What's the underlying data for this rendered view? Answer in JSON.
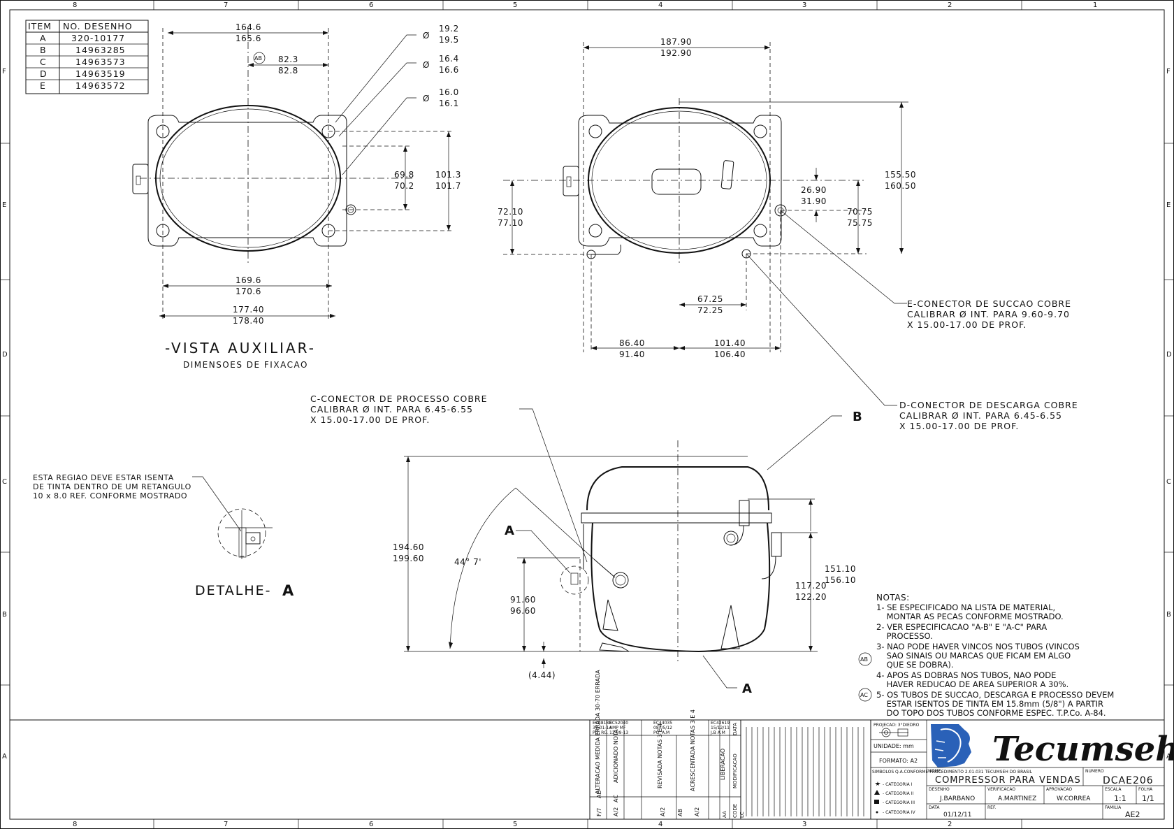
{
  "border": {
    "cols_top": [
      "8",
      "7",
      "6",
      "5",
      "4",
      "3",
      "2",
      "1"
    ],
    "cols_bottom": [
      "8",
      "7",
      "6",
      "5",
      "4",
      "3",
      "2"
    ],
    "rows": [
      "F",
      "E",
      "D",
      "C",
      "B",
      "A"
    ]
  },
  "item_table": {
    "headers": [
      "ITEM",
      "NO. DESENHO"
    ],
    "rows": [
      [
        "A",
        "320-10177"
      ],
      [
        "B",
        "14963285"
      ],
      [
        "C",
        "14963573"
      ],
      [
        "D",
        "14963519"
      ],
      [
        "E",
        "14963572"
      ]
    ]
  },
  "aux_view": {
    "dim_top": [
      "164.6",
      "165.6"
    ],
    "ab_symbol": "AB",
    "dim_offset": [
      "82.3",
      "82.8"
    ],
    "dia_symbol": "Ø",
    "hole1": [
      "19.2",
      "19.5"
    ],
    "hole2": [
      "16.4",
      "16.6"
    ],
    "hole3": [
      "16.0",
      "16.1"
    ],
    "dim_mid_v": [
      "69.8",
      "70.2"
    ],
    "dim_right_v": [
      "101.3",
      "101.7"
    ],
    "dim_bot1": [
      "169.6",
      "170.6"
    ],
    "dim_bot2": [
      "177.40",
      "178.40"
    ],
    "title": "-VISTA AUXILIAR-",
    "subtitle": "DIMENSOES DE FIXACAO"
  },
  "top_view": {
    "dim_top": [
      "187.90",
      "192.90"
    ],
    "dim_right": [
      "155.50",
      "160.50"
    ],
    "dim_small": [
      "26.90",
      "31.90"
    ],
    "dim_r2": [
      "70.75",
      "75.75"
    ],
    "dim_left": [
      "72.10",
      "77.10"
    ],
    "dim_b1": [
      "67.25",
      "72.25"
    ],
    "dim_b2": [
      "86.40",
      "91.40"
    ],
    "dim_b3": [
      "101.40",
      "106.40"
    ]
  },
  "connectors": {
    "e": [
      "E-CONECTOR DE SUCCAO COBRE",
      "CALIBRAR Ø  INT. PARA 9.60-9.70",
      "X 15.00-17.00 DE PROF."
    ],
    "d": [
      "D-CONECTOR DE DESCARGA COBRE",
      "CALIBRAR Ø  INT. PARA 6.45-6.55",
      "X 15.00-17.00 DE PROF."
    ],
    "c": [
      "C-CONECTOR DE PROCESSO COBRE",
      "CALIBRAR Ø  INT. PARA 6.45-6.55",
      "X 15.00-17.00 DE PROF."
    ]
  },
  "detail": {
    "note": [
      "ESTA REGIAO DEVE ESTAR ISENTA",
      "DE TINTA DENTRO DE UM RETANGULO",
      "10 x 8.0 REF. CONFORME MOSTRADO"
    ],
    "title": "DETALHE-",
    "letter": "A"
  },
  "front_view": {
    "label_a": "A",
    "label_b": "B",
    "label_a2": "A",
    "angle": "44° 7'",
    "dim_height": [
      "194.60",
      "199.60"
    ],
    "dim_mid": [
      "91.60",
      "96.60"
    ],
    "dim_ref": "(4.44)",
    "dim_r1": [
      "117.20",
      "122.20"
    ],
    "dim_r2": [
      "151.10",
      "156.10"
    ]
  },
  "notes": {
    "title": "NOTAS:",
    "lines": [
      "1- SE ESPECIFICADO NA LISTA DE MATERIAL,",
      "    MONTAR AS PECAS CONFORME MOSTRADO.",
      "2- VER ESPECIFICACAO \"A-B\" E \"A-C\" PARA",
      "    PROCESSO.",
      "3- NAO PODE HAVER VINCOS NOS TUBOS (VINCOS",
      "    SAO SINAIS OU MARCAS QUE FICAM EM ALGO",
      "    QUE SE DOBRA).",
      "4- APOS AS DOBRAS NOS TUBOS, NAO PODE",
      "    HAVER REDUCAO DE AREA SUPERIOR A 30%.",
      "5- OS TUBOS DE SUCCAO, DESCARGA E PROCESSO DEVEM",
      "    ESTAR ISENTOS DE TINTA EM 15.8mm (5/8\") A PARTIR",
      "    DO TOPO DOS TUBOS CONFORME ESPEC. T.P.Co. A-84."
    ],
    "ab": "AB",
    "ac": "AC"
  },
  "revisions": {
    "cols": [
      {
        "ec": "EC48188",
        "date": "31-01-14",
        "by": "PG.   RG.",
        "desc": "ALTERACAO MEDIDA ERRADA 30-70 ERRADA",
        "zone": "F/7",
        "letter": "AD"
      },
      {
        "ec": "EC52040",
        "date": "13-09-13",
        "by": "AMP   MF",
        "desc": "ADICIONADO NOTA",
        "zone": "A/2",
        "letter": "AC"
      },
      {
        "ec": "EC44035",
        "date": "08/05/12",
        "by": "PG.   A.M",
        "desc": "REVISADA NOTAS 3 E 4",
        "zone": "A/2",
        "letter": "AB"
      },
      {
        "ec": "",
        "date": "",
        "by": "",
        "desc": "ACRESCENTADA NOTAS 3 E 4",
        "zone": "A/2",
        "letter": ""
      },
      {
        "ec": "EC42619",
        "date": "15/12/11",
        "by": "J.B   A.M",
        "desc": "LIBERACAO",
        "zone": "",
        "letter": "AA"
      }
    ],
    "h_data": "DATA",
    "h_mod": "MODIFICACAO",
    "h_code": "CODE",
    "h_lc": "LC"
  },
  "title_block": {
    "projection": "PROJECAO: 3°DIEDRO",
    "units": "UNIDADE: mm",
    "format": "FORMATO: A2",
    "symbols": "SIMBOLOS Q.A.CONFORME PROCEDIMENTO 2.01.031 TECUMSEH DO BRASIL",
    "cats": [
      "- CATEGORIA I",
      "- CATEGORIA II",
      "- CATEGORIA III",
      "- CATEGORIA IV"
    ],
    "logo": "Tecumseh",
    "nome_label": "NOME",
    "nome": "COMPRESSOR PARA VENDAS",
    "numero_label": "NUMERO",
    "numero": "DCAE206",
    "desenho_label": "DESENHO",
    "desenho": "J.BARBANO",
    "verif_label": "VERIFICACAO",
    "verif": "A.MARTINEZ",
    "aprov_label": "APROVACAO",
    "aprov": "W.CORREA",
    "escala_label": "ESCALA",
    "escala": "1:1",
    "folha_label": "FOLHA",
    "folha": "1/1",
    "data_label": "DATA",
    "data": "01/12/11",
    "ref_label": "REF.",
    "familia_label": "FAMILIA",
    "familia": "AE2"
  }
}
